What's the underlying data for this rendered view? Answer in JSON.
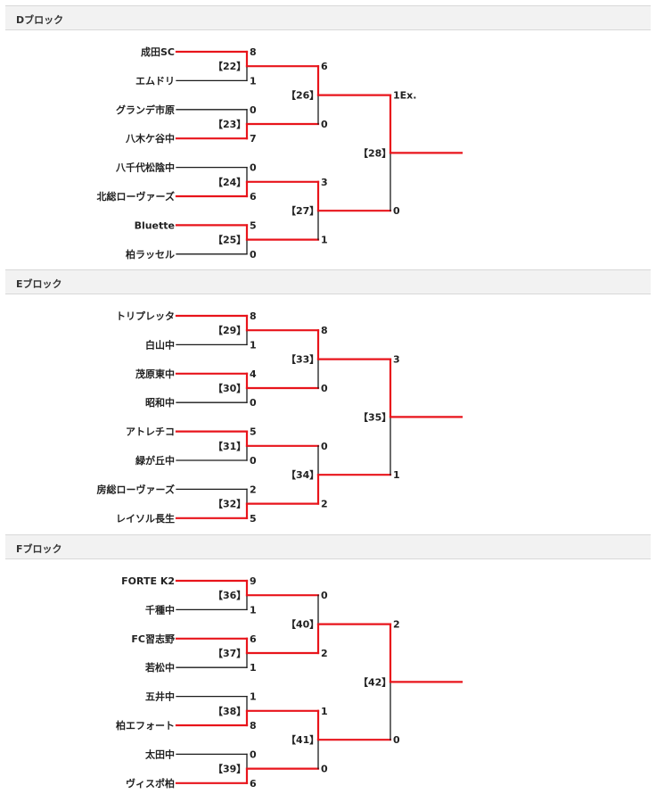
{
  "colors": {
    "win": "#e8141b",
    "lose": "#1a1a1a"
  },
  "blocks": [
    {
      "title": "Dブロック",
      "teams": [
        "成田SC",
        "エムドリ",
        "グランデ市原",
        "八木ケ谷中",
        "八千代松陰中",
        "北総ローヴァーズ",
        "Bluette",
        "柏ラッセル"
      ],
      "r1": [
        {
          "num": "【22】",
          "s": [
            "8",
            "1"
          ],
          "w": 0
        },
        {
          "num": "【23】",
          "s": [
            "0",
            "7"
          ],
          "w": 1
        },
        {
          "num": "【24】",
          "s": [
            "0",
            "6"
          ],
          "w": 1
        },
        {
          "num": "【25】",
          "s": [
            "5",
            "0"
          ],
          "w": 0
        }
      ],
      "r2": [
        {
          "num": "【26】",
          "s": [
            "6",
            "0"
          ],
          "w": 0
        },
        {
          "num": "【27】",
          "s": [
            "3",
            "1"
          ],
          "w": 0
        }
      ],
      "r3": {
        "num": "【28】",
        "s": [
          "1Ex.",
          "0"
        ],
        "w": 0
      }
    },
    {
      "title": "Eブロック",
      "teams": [
        "トリプレッタ",
        "白山中",
        "茂原東中",
        "昭和中",
        "アトレチコ",
        "緑が丘中",
        "房総ローヴァーズ",
        "レイソル長生"
      ],
      "r1": [
        {
          "num": "【29】",
          "s": [
            "8",
            "1"
          ],
          "w": 0
        },
        {
          "num": "【30】",
          "s": [
            "4",
            "0"
          ],
          "w": 0
        },
        {
          "num": "【31】",
          "s": [
            "5",
            "0"
          ],
          "w": 0
        },
        {
          "num": "【32】",
          "s": [
            "2",
            "5"
          ],
          "w": 1
        }
      ],
      "r2": [
        {
          "num": "【33】",
          "s": [
            "8",
            "0"
          ],
          "w": 0
        },
        {
          "num": "【34】",
          "s": [
            "0",
            "2"
          ],
          "w": 1
        }
      ],
      "r3": {
        "num": "【35】",
        "s": [
          "3",
          "1"
        ],
        "w": 0
      }
    },
    {
      "title": "Fブロック",
      "teams": [
        "FORTE K2",
        "千種中",
        "FC習志野",
        "若松中",
        "五井中",
        "柏エフォート",
        "太田中",
        "ヴィスポ柏"
      ],
      "r1": [
        {
          "num": "【36】",
          "s": [
            "9",
            "1"
          ],
          "w": 0
        },
        {
          "num": "【37】",
          "s": [
            "6",
            "1"
          ],
          "w": 0
        },
        {
          "num": "【38】",
          "s": [
            "1",
            "8"
          ],
          "w": 1
        },
        {
          "num": "【39】",
          "s": [
            "0",
            "6"
          ],
          "w": 1
        }
      ],
      "r2": [
        {
          "num": "【40】",
          "s": [
            "0",
            "2"
          ],
          "w": 1
        },
        {
          "num": "【41】",
          "s": [
            "1",
            "0"
          ],
          "w": 0
        }
      ],
      "r3": {
        "num": "【42】",
        "s": [
          "2",
          "0"
        ],
        "w": 0
      }
    }
  ]
}
